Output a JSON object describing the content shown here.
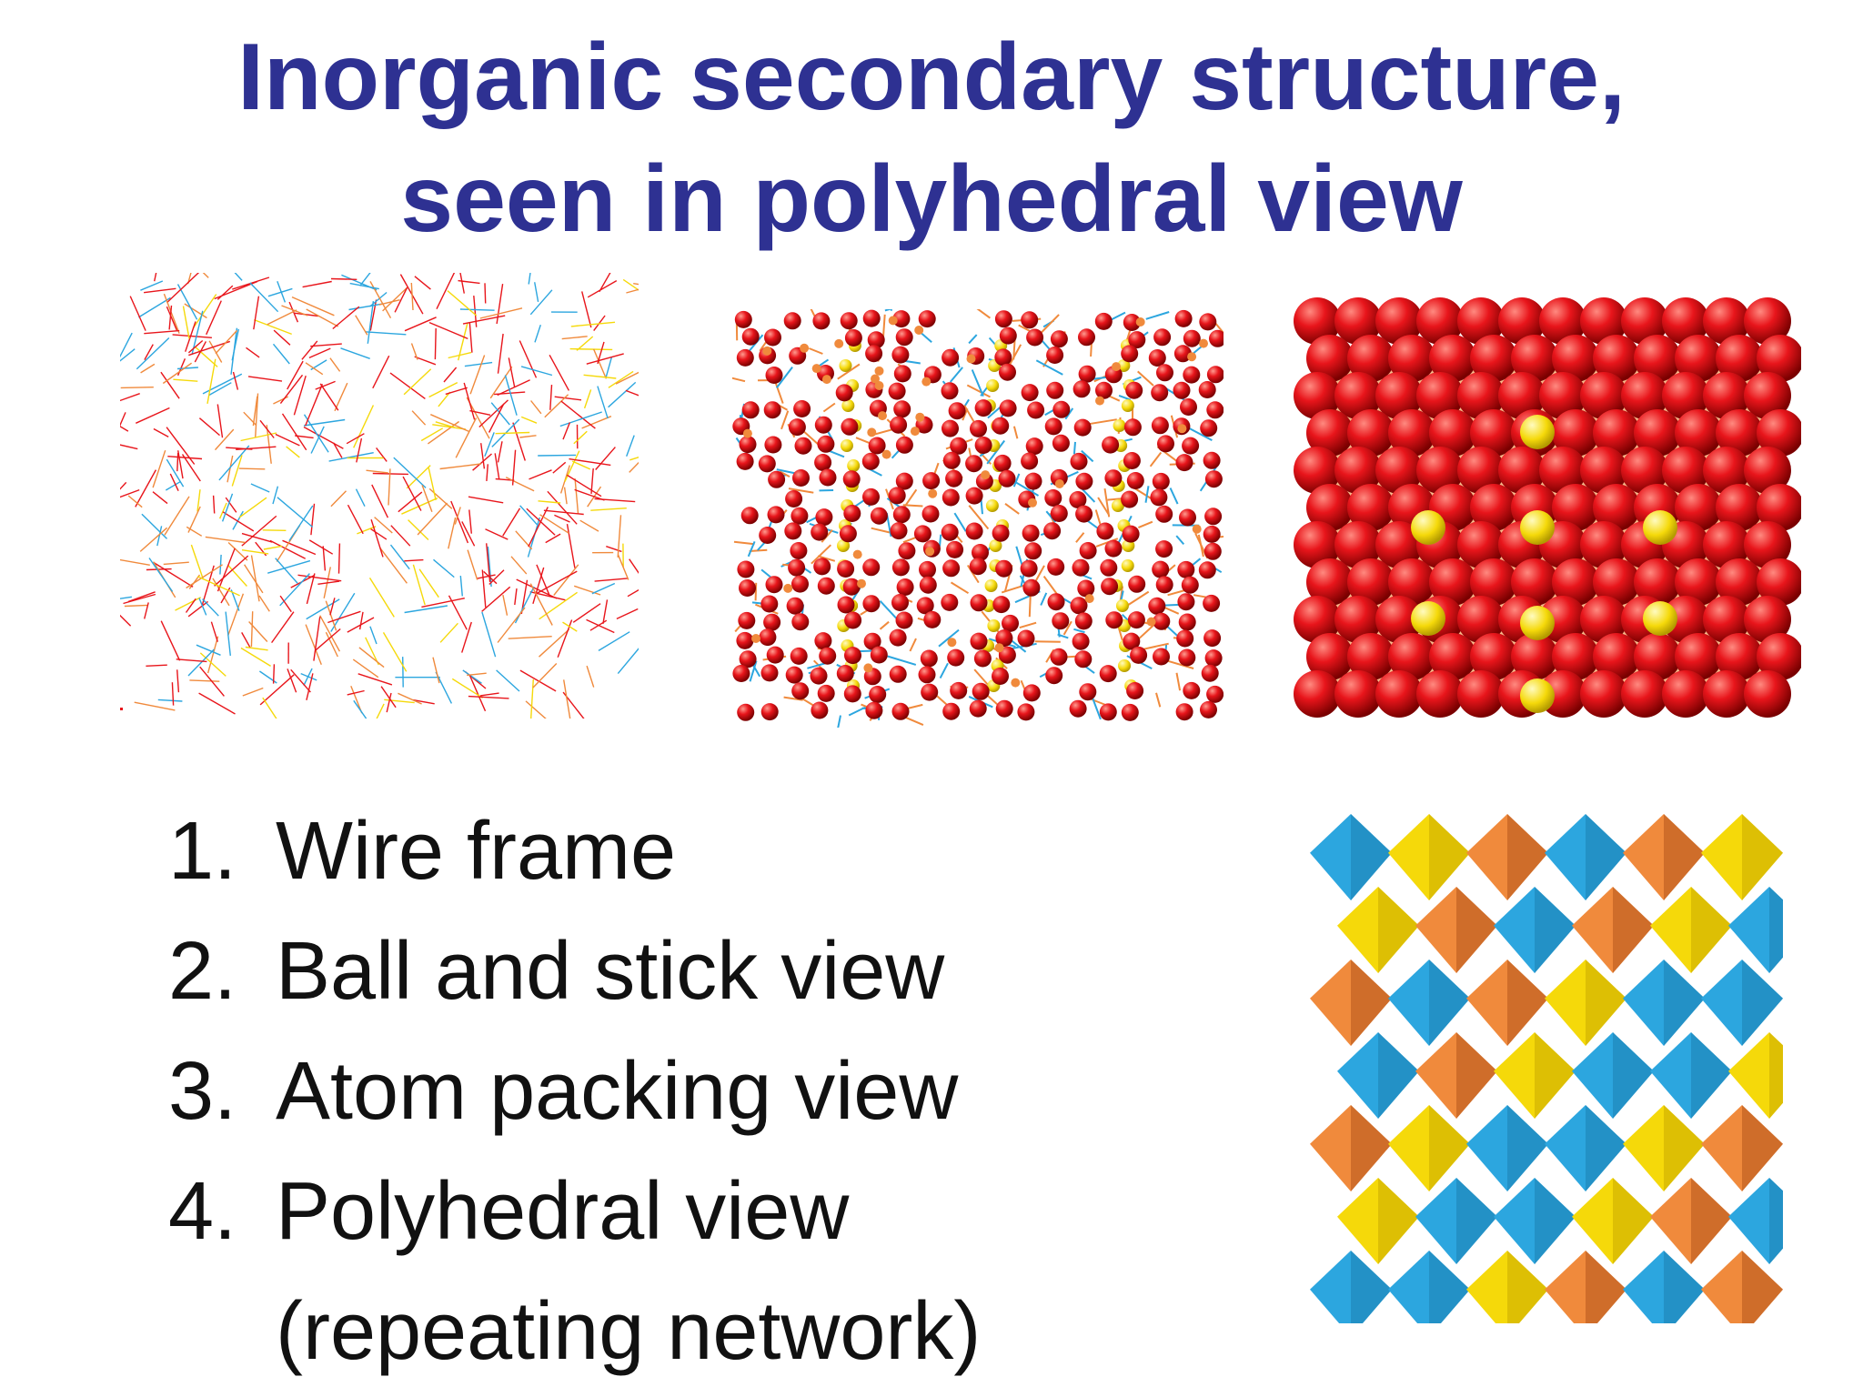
{
  "slide": {
    "title_line1": "Inorganic secondary structure,",
    "title_line2": "seen in polyhedral view",
    "items": [
      {
        "number": "1.",
        "text": "Wire frame"
      },
      {
        "number": "2.",
        "text": "Ball and stick view"
      },
      {
        "number": "3.",
        "text": "Atom packing view"
      },
      {
        "number": "4.",
        "text": "Polyhedral view",
        "subtext": "(repeating network)"
      }
    ],
    "colors": {
      "title": "#2E3192",
      "oxygen": "#E8151B",
      "phosphorus": "#F08A3C",
      "aluminum": "#2CA6DF",
      "sulfur": "#F5D90A"
    },
    "images": [
      {
        "icon": "wire-frame-structure-image"
      },
      {
        "icon": "ball-and-stick-structure-image"
      },
      {
        "icon": "atom-packing-structure-image"
      },
      {
        "icon": "polyhedral-network-structure-image"
      }
    ]
  }
}
